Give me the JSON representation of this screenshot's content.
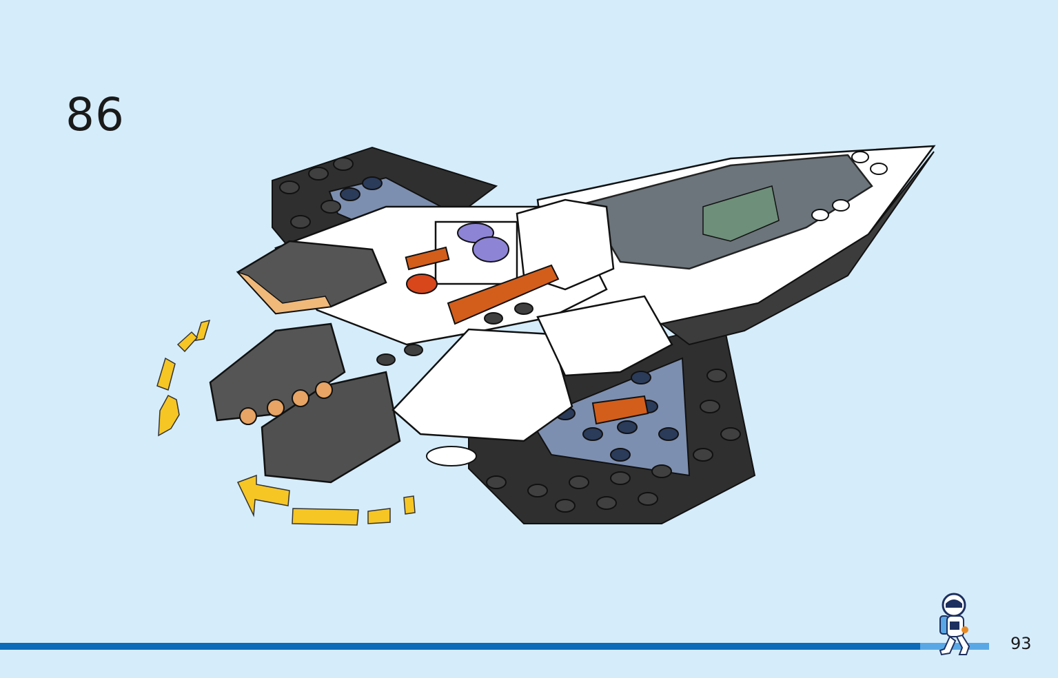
{
  "step": {
    "number": "86"
  },
  "page": {
    "number": "93"
  },
  "progress": {
    "fraction": 0.93
  },
  "colors": {
    "background": "#d5ecfb",
    "progress_bar": "#0d6bb8",
    "rotation_arrow": "#f6c625",
    "brick_dark": "#3a3a3a",
    "brick_white": "#ffffff",
    "brick_blue_grey": "#7d8fb0",
    "brick_orange": "#d35e1b"
  },
  "icons": [
    "rotate-model-arrow-icon",
    "astronaut-mascot-icon"
  ]
}
